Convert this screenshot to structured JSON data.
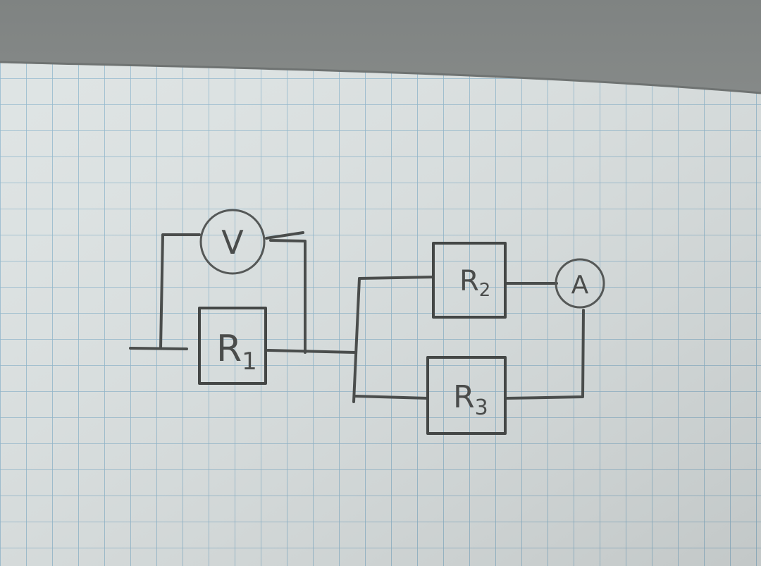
{
  "diagram": {
    "components": {
      "voltmeter": {
        "symbol": "V"
      },
      "ammeter": {
        "symbol": "A"
      },
      "r1": {
        "letter": "R",
        "subscript": "1"
      },
      "r2": {
        "letter": "R",
        "subscript": "2"
      },
      "r3": {
        "letter": "R",
        "subscript": "3"
      }
    },
    "colors": {
      "paper": "#dde3e3",
      "grid_line": "#8fb6cc",
      "pencil": "#4a4d4c",
      "background": "#8e918f"
    }
  }
}
